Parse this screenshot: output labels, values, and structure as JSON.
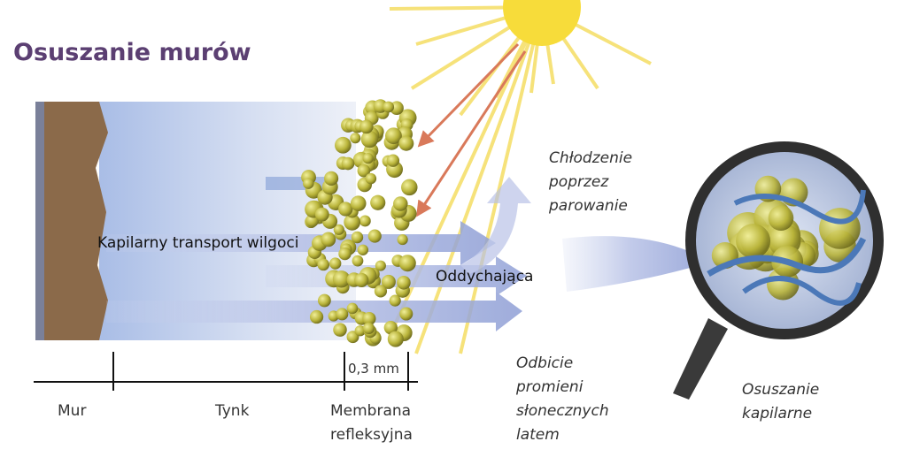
{
  "title": "Osuszanie murów",
  "labels": {
    "capillary_transport": "Kapilarny transport wilgoci",
    "breathable": "Oddychająca",
    "cooling": [
      "Chłodzenie",
      "poprzez",
      "parowanie"
    ],
    "reflection": [
      "Odbicie",
      "promieni",
      "słonecznych",
      "latem"
    ],
    "capillary_drying": [
      "Osuszanie",
      "kapilarne"
    ]
  },
  "scale": {
    "thickness": "0,3 mm",
    "layers": [
      "Mur",
      "Tynk"
    ],
    "membrane": [
      "Membrana",
      "refleksyjna"
    ]
  },
  "colors": {
    "title": "#5b3f72",
    "wall": "#8b6a4a",
    "sun": "#f7dc3a",
    "ray": "#f6e27a",
    "heat_arrow": "#d9795a",
    "moisture": "#4b78b8",
    "ball": "#b9b43a"
  }
}
